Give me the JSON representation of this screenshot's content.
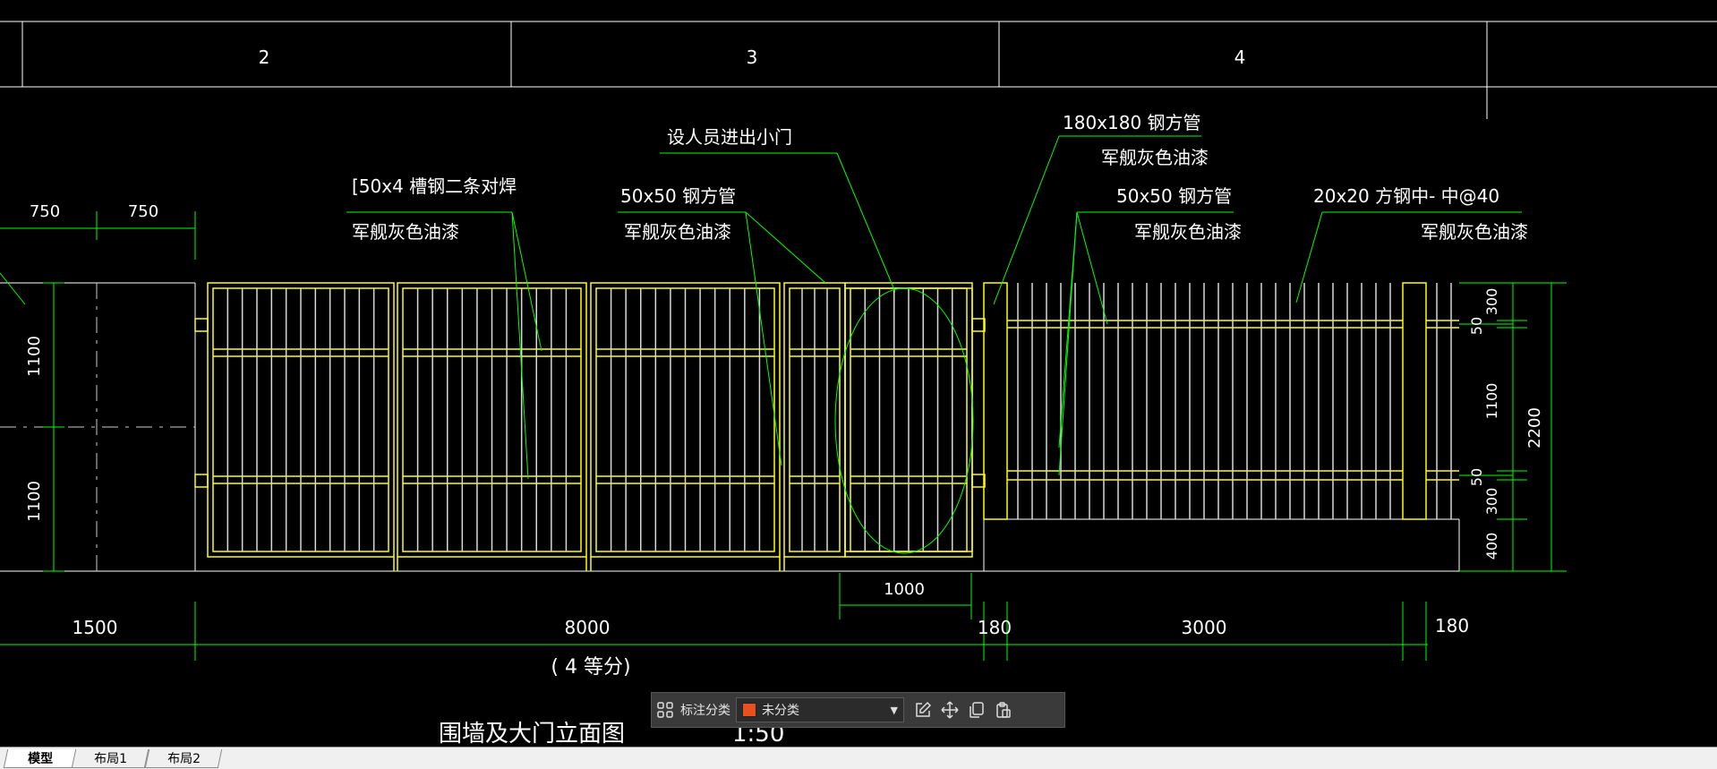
{
  "drawing": {
    "grid_columns": [
      "2",
      "3",
      "4"
    ],
    "top_dims": [
      "750",
      "750"
    ],
    "left_dims": [
      "1100",
      "1100"
    ],
    "callouts": {
      "c1_line1": "[50x4   槽钢二条对焊",
      "c1_line2": "军舰灰色油漆",
      "c2_line1": "50x50    钢方管",
      "c2_line2": "军舰灰色油漆",
      "c3_line1": "设人员进出小门",
      "c4_line1": "180x180     钢方管",
      "c4_line2": "军舰灰色油漆",
      "c5_line1": "50x50     钢方管",
      "c5_line2": "军舰灰色油漆",
      "c6_line1": "20x20    方钢中- 中@40",
      "c6_line2": "军舰灰色油漆"
    },
    "door_width_dim": "1000",
    "right_dims": [
      "300",
      "50",
      "1100",
      "50",
      "300",
      "400"
    ],
    "total_height_dim": "2200",
    "bottom_dims": [
      "1500",
      "8000",
      "180",
      "3000",
      "180"
    ],
    "bottom_note": "( 4 等分)",
    "title": "围墙及大门立面图",
    "scale": "1:50"
  },
  "toolbar": {
    "label": "标注分类",
    "category_value": "未分类",
    "swatch_color": "#e8501f"
  },
  "tabs": [
    {
      "label": "模型"
    },
    {
      "label": "布局1"
    },
    {
      "label": "布局2"
    }
  ],
  "colors": {
    "background": "#000000",
    "frame": "#ffffff",
    "gate": "#ffff00",
    "dimension": "#00ff00"
  }
}
